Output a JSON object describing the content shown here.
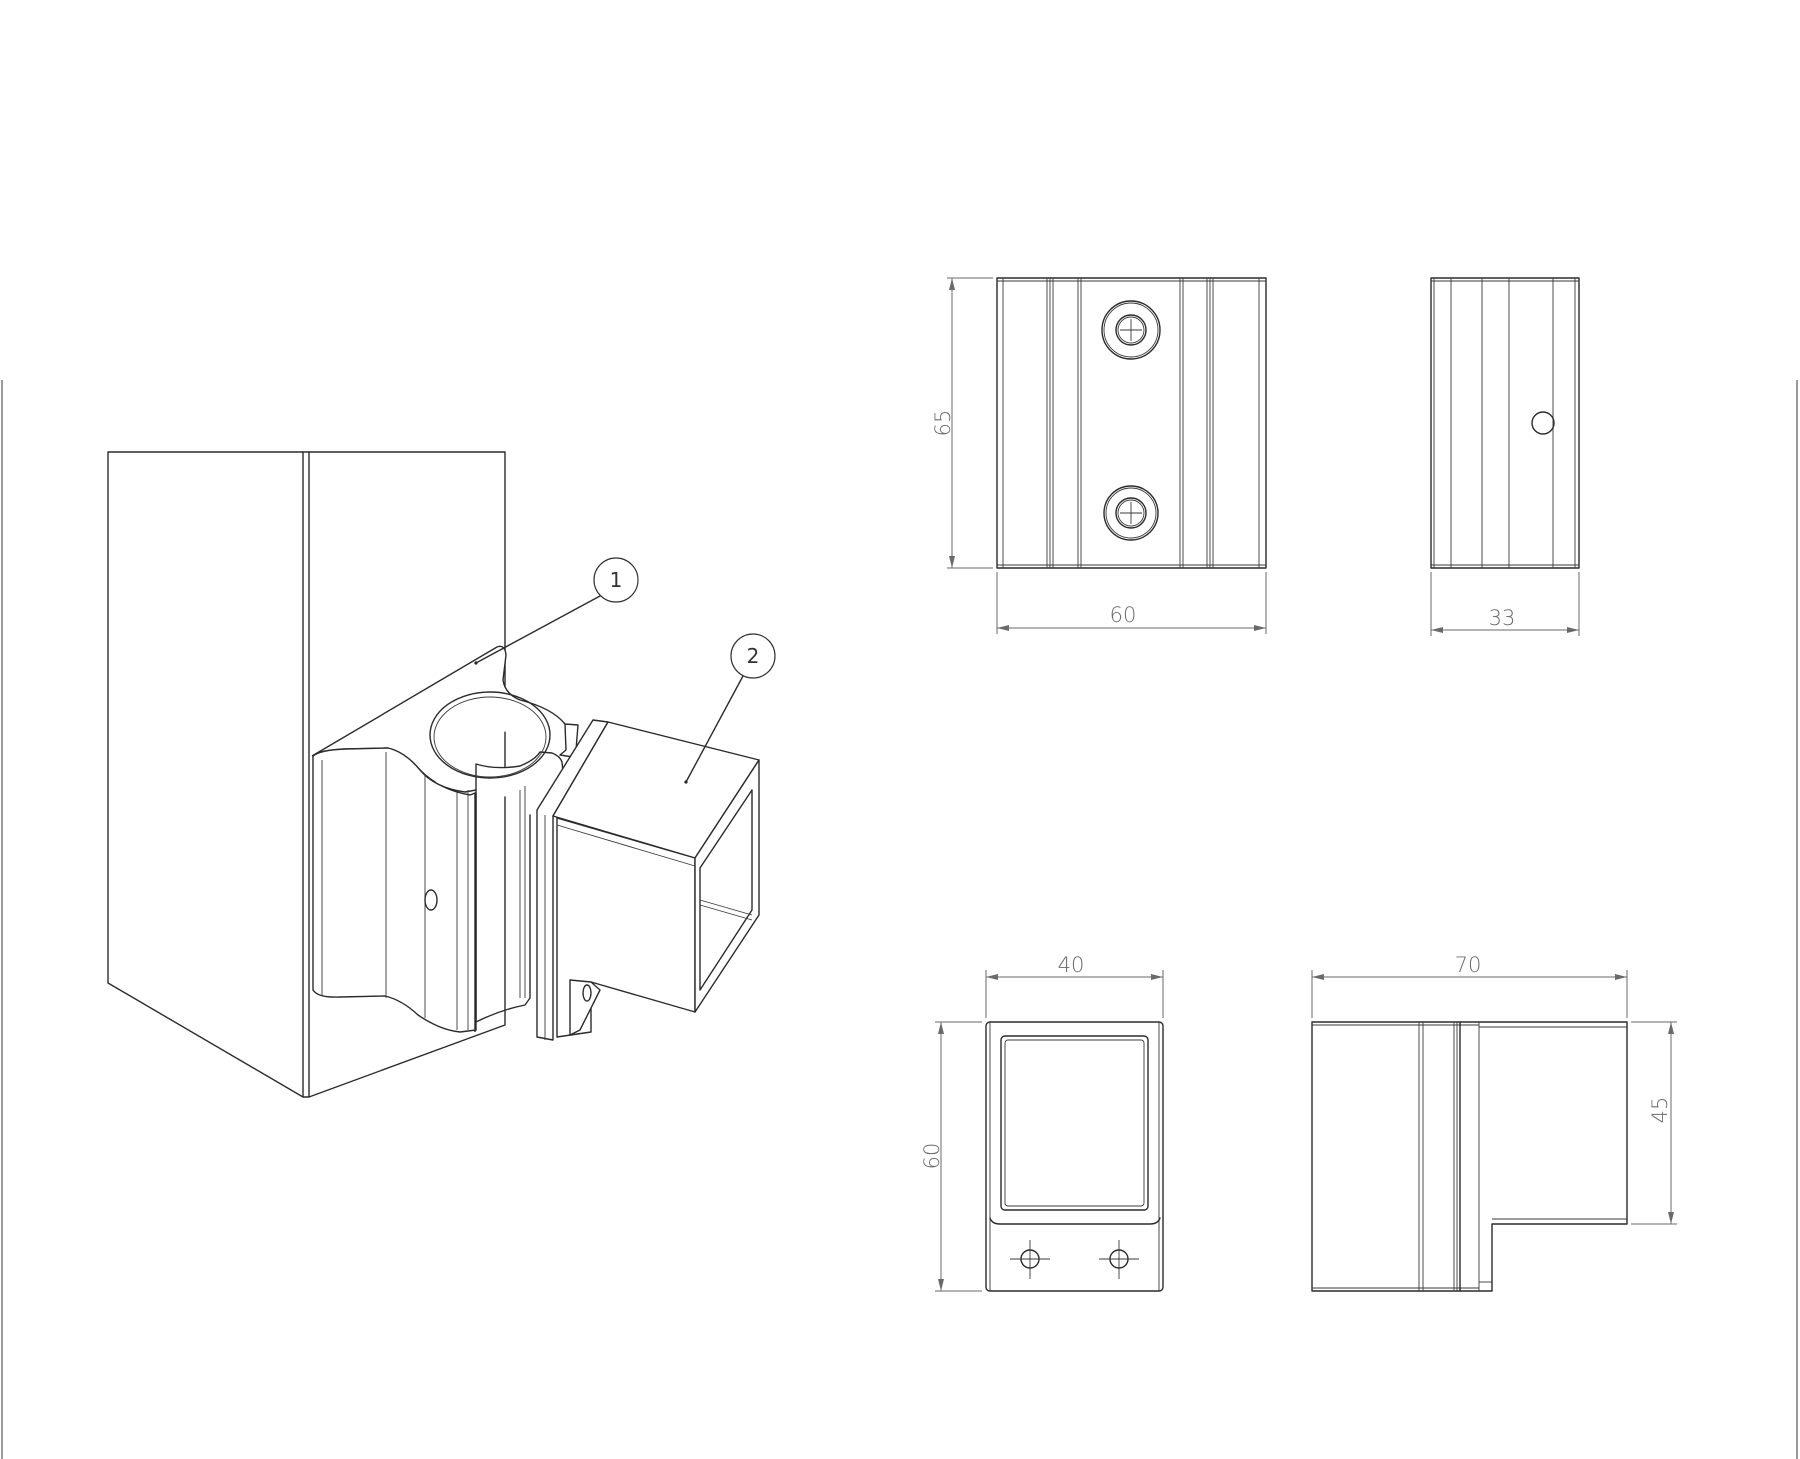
{
  "drawing": {
    "type": "technical-drawing",
    "subject": "post-mounted bracket with square tube receiver",
    "line_color": "#2b2b2b",
    "dimension_color": "#6a6a6a",
    "background": "#ffffff"
  },
  "isometric_view": {
    "balloons": [
      {
        "number": "1",
        "label": "1"
      },
      {
        "number": "2",
        "label": "2"
      }
    ]
  },
  "front_view": {
    "height_dim": "65",
    "width_dim": "60"
  },
  "side_view": {
    "width_dim": "33"
  },
  "end_view": {
    "width_dim": "40",
    "height_dim": "60"
  },
  "top_view": {
    "width_dim": "70",
    "height_dim": "45"
  }
}
